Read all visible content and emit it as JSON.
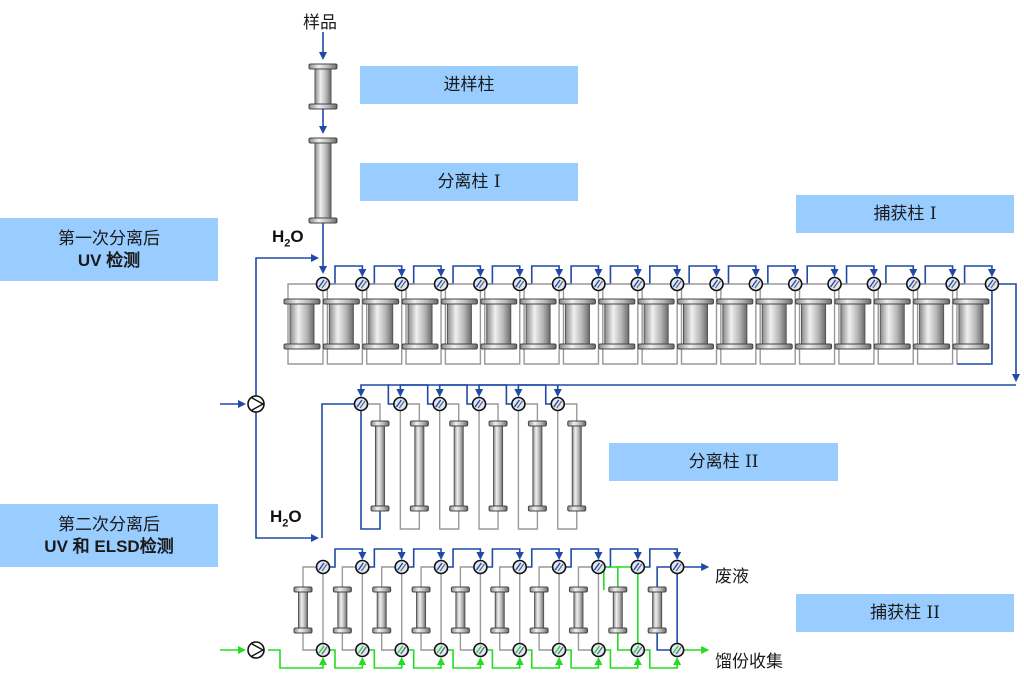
{
  "labels": {
    "sample": "样品",
    "injection_column": "进样柱",
    "separation_column_1": "分离柱 I",
    "trap_column_1": "捕获柱 I",
    "separation_column_2": "分离柱 II",
    "trap_column_2": "捕获柱 II",
    "detect_1_line1": "第一次分离后",
    "detect_1_line2": "UV 检测",
    "detect_2_line1": "第二次分离后",
    "detect_2_line2": "UV 和 ELSD检测",
    "water": "H",
    "water_sub": "2",
    "water_tail": "O",
    "waste": "废液",
    "fraction_collection": "馏份收集"
  },
  "counts": {
    "trap_1_columns": 18,
    "separation_2_columns": 6,
    "trap_2_columns": 10
  },
  "colors": {
    "label_bg": "#99ccff",
    "flow_blue": "#1f4aa8",
    "flow_green": "#22dd22",
    "bypass_gray": "#999999",
    "column_gray": "#bdbdbd"
  }
}
